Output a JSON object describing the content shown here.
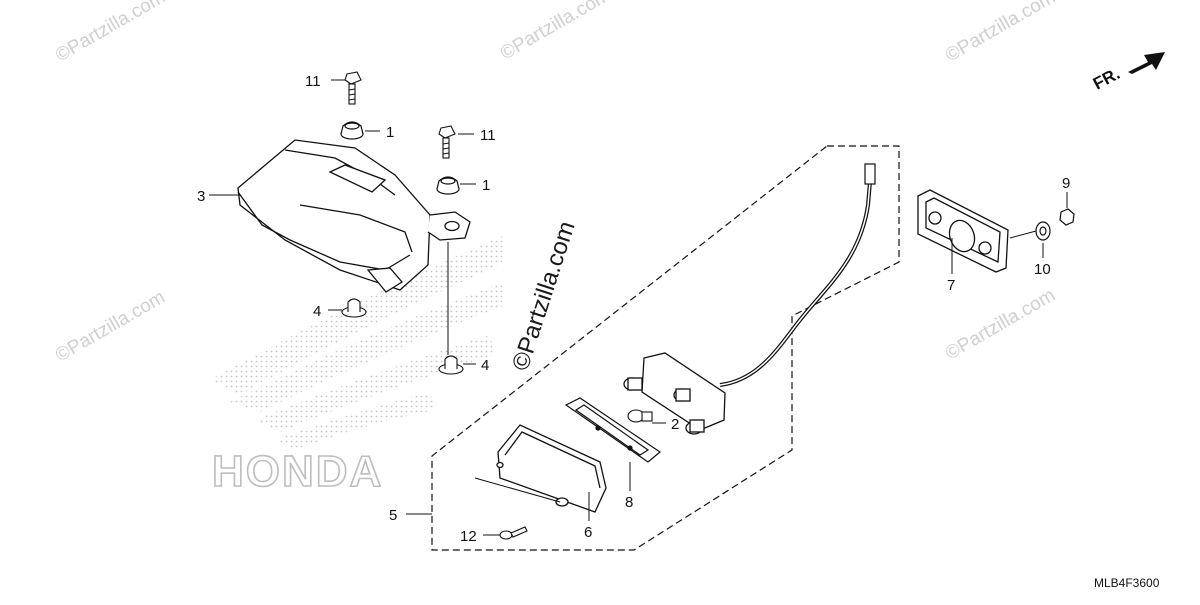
{
  "watermarks": {
    "main": "©Partzilla.com",
    "faint": "©Partzilla.com"
  },
  "brand_logo_text": "HONDA",
  "direction_label": "FR.",
  "diagram_code": "MLB4F3600",
  "callouts": [
    {
      "id": "c11a",
      "label": "11"
    },
    {
      "id": "c1a",
      "label": "1"
    },
    {
      "id": "c11b",
      "label": "11"
    },
    {
      "id": "c1b",
      "label": "1"
    },
    {
      "id": "c3",
      "label": "3"
    },
    {
      "id": "c4a",
      "label": "4"
    },
    {
      "id": "c4b",
      "label": "4"
    },
    {
      "id": "c2",
      "label": "2"
    },
    {
      "id": "c8",
      "label": "8"
    },
    {
      "id": "c5",
      "label": "5"
    },
    {
      "id": "c12",
      "label": "12"
    },
    {
      "id": "c6",
      "label": "6"
    },
    {
      "id": "c9",
      "label": "9"
    },
    {
      "id": "c7",
      "label": "7"
    },
    {
      "id": "c10",
      "label": "10"
    }
  ],
  "colors": {
    "line": "#111111",
    "watermark": "#cfcfcf",
    "background": "#ffffff"
  }
}
